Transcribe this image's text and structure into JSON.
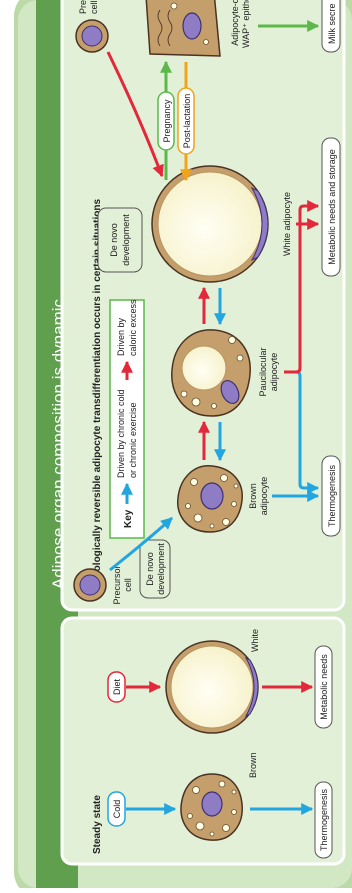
{
  "figure": {
    "title": "Adipose organ composition is dynamic",
    "subtitle": "Physiologically reversible adipocyte transdifferentiation occurs in certain situations"
  },
  "steady_state": {
    "heading": "Steady state",
    "cold_label": "Cold",
    "diet_label": "Diet",
    "brown_label": "Brown",
    "white_label": "White",
    "thermogenesis_label": "Thermogenesis",
    "metabolic_label": "Metabolic needs"
  },
  "key": {
    "title": "Key",
    "blue_text": [
      "Driven by chronic cold",
      "or chronic exercise"
    ],
    "red_text": [
      "Driven by",
      "caloric excess"
    ]
  },
  "dynamic": {
    "precursor_label": [
      "Precursor",
      "cell"
    ],
    "de_novo_label": [
      "De novo",
      "development"
    ],
    "brown_adipocyte_label": [
      "Brown",
      "adipocyte"
    ],
    "paucilocular_label": [
      "Paucilocular",
      "adipocyte"
    ],
    "white_adipocyte_label": "White adipocyte",
    "de_novo_label_2": [
      "De novo",
      "development"
    ],
    "precursor_label_2": [
      "Precursor",
      "cell"
    ],
    "pregnancy_label": "Pregnancy",
    "post_lactation_label": "Post-lactation",
    "adipocyte_derived_label": [
      "Adipocyte-d",
      "WAP⁺ epithe"
    ],
    "thermogenesis_label": "Thermogenesis",
    "metabolic_storage_label": "Metabolic needs and storage",
    "milk_label": "Milk secre"
  },
  "colors": {
    "panel_bg": "#d2e7c4",
    "panel_outer": "#bcd9a8",
    "title_bar": "#5f9f4d",
    "blue_arrow": "#23a5df",
    "red_arrow": "#e2283a",
    "green_arrow": "#5cb84a",
    "orange_arrow": "#f2a31a",
    "brown_cyto": "#c49f6c",
    "lipid": "#fffde2",
    "nucleus": "#8e7cc4"
  }
}
